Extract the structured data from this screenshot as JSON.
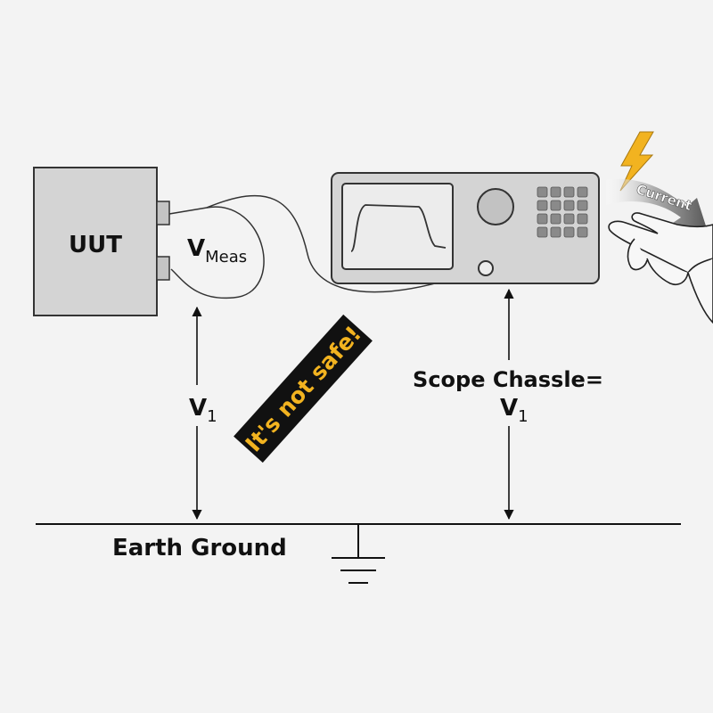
{
  "uut": {
    "label": "UUT"
  },
  "vmeas": {
    "main": "V",
    "sub": "Meas"
  },
  "v1_left": {
    "main": "V",
    "sub": "1"
  },
  "warning": {
    "text": "It's not safe!"
  },
  "scope_label": {
    "line1": "Scope Chassle=",
    "main": "V",
    "sub": "1"
  },
  "current_arrow": {
    "text": "Current"
  },
  "ground": {
    "label": "Earth Ground"
  },
  "icons": [
    "lightning-bolt-icon",
    "earth-ground-symbol",
    "hand-icon"
  ],
  "colors": {
    "background": "#f3f3f3",
    "ink": "#111111",
    "device_fill": "#d4d4d4",
    "warning_bg": "#111111",
    "warning_text": "#f2b320",
    "bolt": "#f2b320"
  }
}
